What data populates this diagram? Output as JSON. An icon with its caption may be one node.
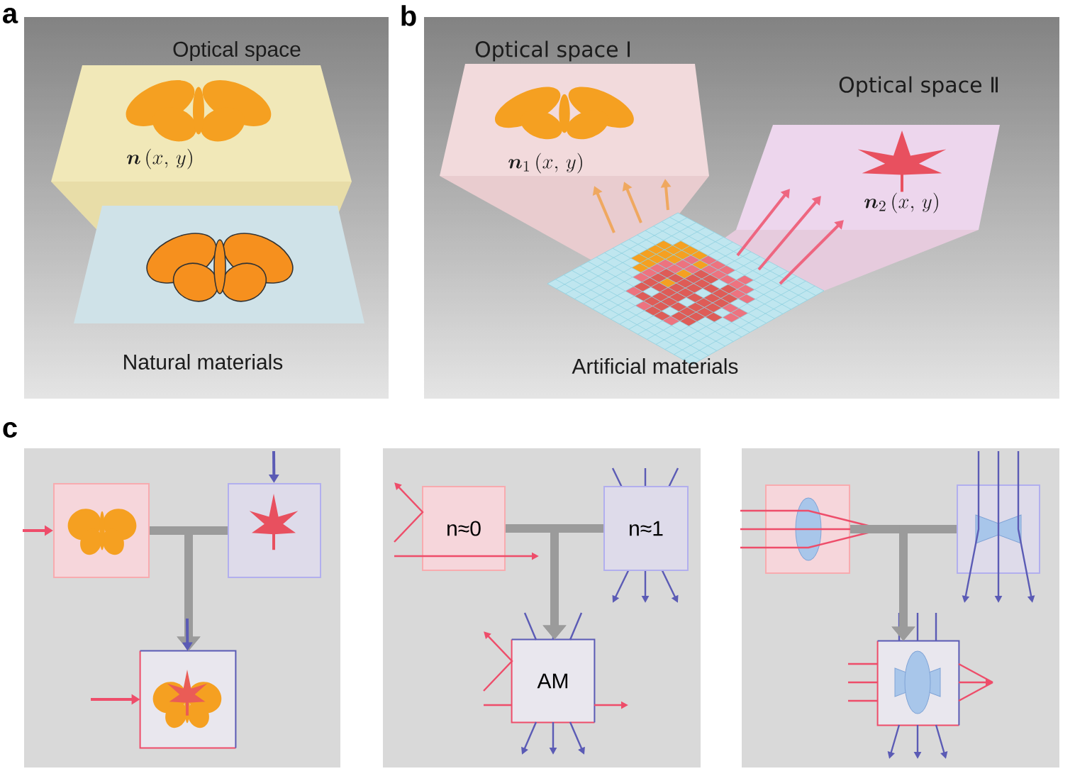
{
  "diagram": {
    "nodes": [
      {
        "text": [
          "Optical space",
          "\\boldsymbol{n}\\,(x,\\,y)"
        ]
      },
      {
        "text": [
          "Natural materials"
        ]
      },
      {
        "text": [
          "Optical space Ⅰ",
          "\\boldsymbol{n}_{1}\\,(x,\\,y)"
        ]
      },
      {
        "text": [
          "Optical space Ⅱ",
          "\\boldsymbol{n}_{2}\\,(x,\\,y)"
        ]
      },
      {
        "text": [
          "Artificial materials"
        ]
      },
      {
        "text": [],
        "shape": "box"
      },
      {
        "text": [],
        "shape": "box",
        "in": 5
      },
      {
        "text": [],
        "shape": "box",
        "in": 5
      },
      {
        "text": [],
        "shape": "box",
        "in": 5
      },
      {
        "text": [],
        "shape": "box"
      },
      {
        "text": [
          "n≈0"
        ],
        "in": 9
      },
      {
        "text": [
          "n≈1"
        ],
        "in": 9
      },
      {
        "text": [
          "AM"
        ],
        "in": 9
      },
      {
        "text": [],
        "shape": "box"
      },
      {
        "text": [],
        "shape": "box",
        "in": 13
      },
      {
        "text": [],
        "shape": "box",
        "in": 13
      },
      {
        "text": [],
        "shape": "box",
        "in": 13
      }
    ],
    "edges": [
      {
        "from": 6,
        "to": 8,
        "arrow": "to",
        "style": "thick"
      },
      {
        "from": 7,
        "to": 8,
        "arrow": "to",
        "style": "thick"
      },
      {
        "from": 10,
        "to": 12,
        "arrow": "to",
        "style": "thick"
      },
      {
        "from": 11,
        "to": 12,
        "arrow": "to",
        "style": "thick"
      },
      {
        "from": 14,
        "to": 16,
        "arrow": "to",
        "style": "thick"
      },
      {
        "from": 15,
        "to": 16,
        "arrow": "to",
        "style": "thick"
      },
      {
        "from": null,
        "to": 6,
        "arrow": "to",
        "color": "#ee4d6a"
      },
      {
        "from": null,
        "to": 7,
        "arrow": "to",
        "color": "#5b5bb5"
      },
      {
        "from": null,
        "to": 8,
        "arrow": "to",
        "color": "#5b5bb5"
      },
      {
        "from": null,
        "to": 8,
        "arrow": "to",
        "color": "#ee4d6a"
      },
      {
        "from": 4,
        "to": 2,
        "arrow": "to",
        "color": "#efa860"
      },
      {
        "from": 4,
        "to": 2,
        "arrow": "to",
        "color": "#efa860"
      },
      {
        "from": 4,
        "to": 2,
        "arrow": "to",
        "color": "#efa860"
      },
      {
        "from": 4,
        "to": 3,
        "arrow": "to",
        "color": "#ee6680"
      },
      {
        "from": 4,
        "to": 3,
        "arrow": "to",
        "color": "#ee6680"
      },
      {
        "from": 4,
        "to": 3,
        "arrow": "to",
        "color": "#ee6680"
      }
    ],
    "labels": [
      "a",
      "b",
      "c"
    ]
  }
}
